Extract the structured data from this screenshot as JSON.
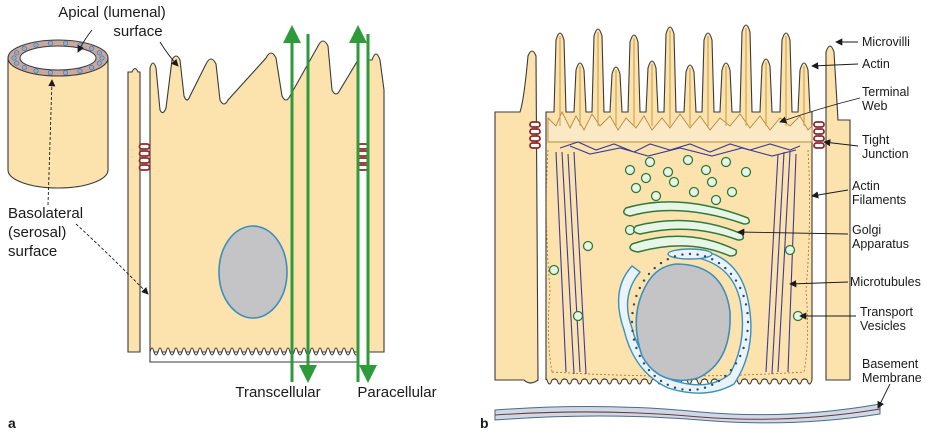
{
  "panel_a": {
    "letter": "a",
    "apical_label": [
      "Apical (lumenal)",
      "surface"
    ],
    "basolateral_label": [
      "Basolateral",
      "(serosal)",
      "surface"
    ],
    "transcellular_label": "Transcellular",
    "paracellular_label": "Paracellular"
  },
  "panel_b": {
    "letter": "b",
    "labels": {
      "microvilli": "Microvilli",
      "actin": "Actin",
      "terminal_web": [
        "Terminal",
        "Web"
      ],
      "tight_junction": [
        "Tight",
        "Junction"
      ],
      "actin_filaments": [
        "Actin",
        "Filaments"
      ],
      "golgi": [
        "Golgi",
        "Apparatus"
      ],
      "microtubules": "Microtubules",
      "transport_vesicles": [
        "Transport",
        "Vesicles"
      ],
      "basement_membrane": [
        "Basement",
        "Membrane"
      ]
    }
  },
  "colors": {
    "cytoplasm": "#fce3ad",
    "nucleus": "#c4c4c6",
    "transport_arrow": "#2f9a3c",
    "tight_junction": "#8b2a2a",
    "microtubule": "#3b3b9a"
  }
}
